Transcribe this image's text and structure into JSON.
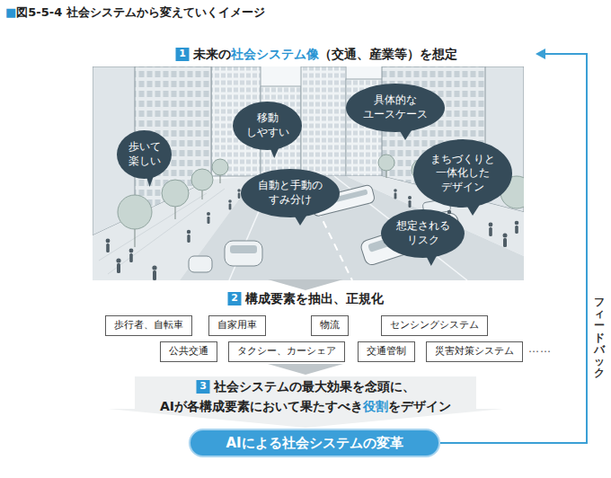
{
  "diagram": {
    "title": "■図5-5-4 社会システムから変えていくイメージ",
    "nodes": [
      {
        "text": [
          "1"
        ]
      },
      {
        "text": [
          "具体的な ユースケース"
        ]
      },
      {
        "text": [
          "移動 しやすい"
        ]
      },
      {
        "text": [
          "歩いて 楽しい"
        ]
      },
      {
        "text": [
          "まちづくりと 一体化した デザイン"
        ]
      },
      {
        "text": [
          "自動と手動の すみ分け"
        ]
      },
      {
        "text": [
          "想定される リスク"
        ]
      },
      {
        "text": [
          "2"
        ]
      },
      {
        "text": [
          "歩行者、自転車"
        ]
      },
      {
        "text": [
          "自家用車"
        ]
      },
      {
        "text": [
          "物流"
        ]
      },
      {
        "text": [
          "センシングシステム"
        ]
      },
      {
        "text": [
          "公共交通"
        ]
      },
      {
        "text": [
          "タクシー、カーシェア"
        ]
      },
      {
        "text": [
          "交通管制"
        ]
      },
      {
        "text": [
          "災害対策システム"
        ]
      },
      {
        "text": [
          "3"
        ]
      },
      {
        "text": [
          "AIによる社会システムの変革"
        ]
      }
    ],
    "labels": [
      "未来の",
      "社会システム像",
      "（交通、産業等）を想定",
      "構成要素を抽出、正規化",
      "社会システムの最大効果を念頭に、",
      "AIが各構成要素において果たすべき",
      "役割",
      "をデザイン",
      "……",
      "フィードバック"
    ]
  }
}
